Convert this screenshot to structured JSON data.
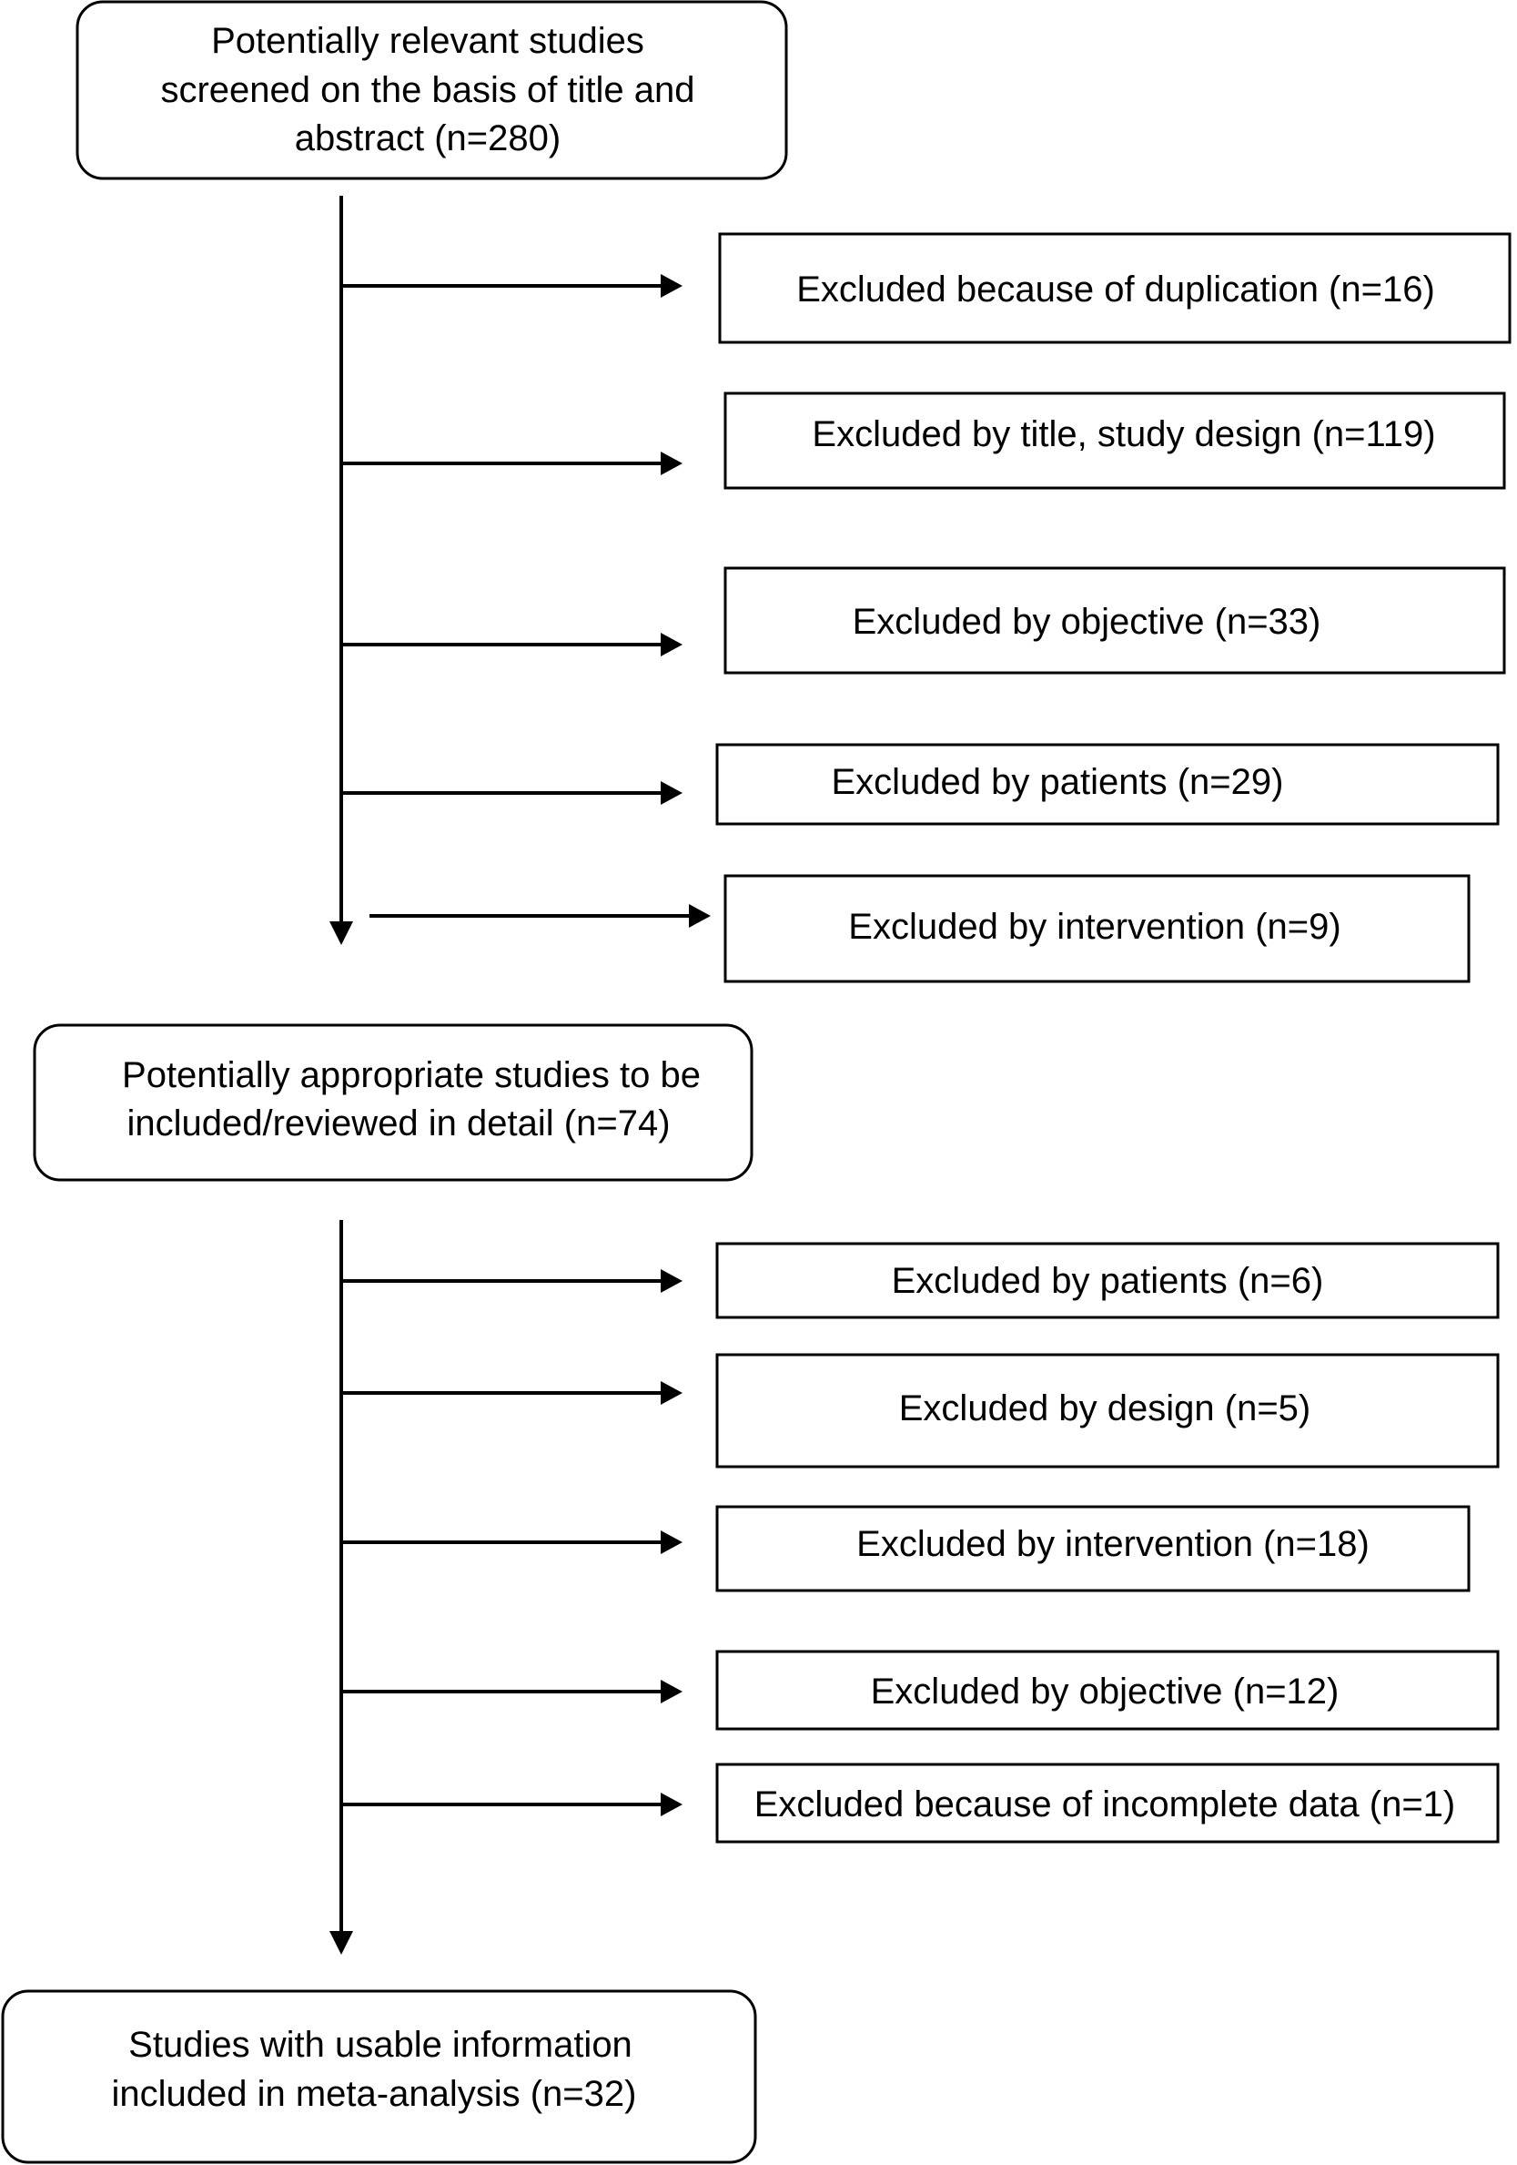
{
  "colors": {
    "line": "#000000",
    "background": "#ffffff"
  },
  "stage1": {
    "lines": [
      "Potentially relevant studies",
      "screened on the basis of title and",
      "abstract (n=280)"
    ]
  },
  "exclusions_1": [
    "Excluded because of duplication (n=16)",
    "Excluded by title, study design (n=119)",
    "Excluded by objective (n=33)",
    "Excluded by patients (n=29)",
    "Excluded by intervention (n=9)"
  ],
  "stage2": {
    "lines": [
      "Potentially appropriate studies to be",
      "included/reviewed in detail  (n=74)"
    ]
  },
  "exclusions_2": [
    "Excluded by patients (n=6)",
    "Excluded by design (n=5)",
    "Excluded by intervention (n=18)",
    "Excluded by objective (n=12)",
    "Excluded because of incomplete data (n=1)"
  ],
  "stage3": {
    "lines": [
      "Studies with usable information",
      "included in meta-analysis (n=32)"
    ]
  }
}
